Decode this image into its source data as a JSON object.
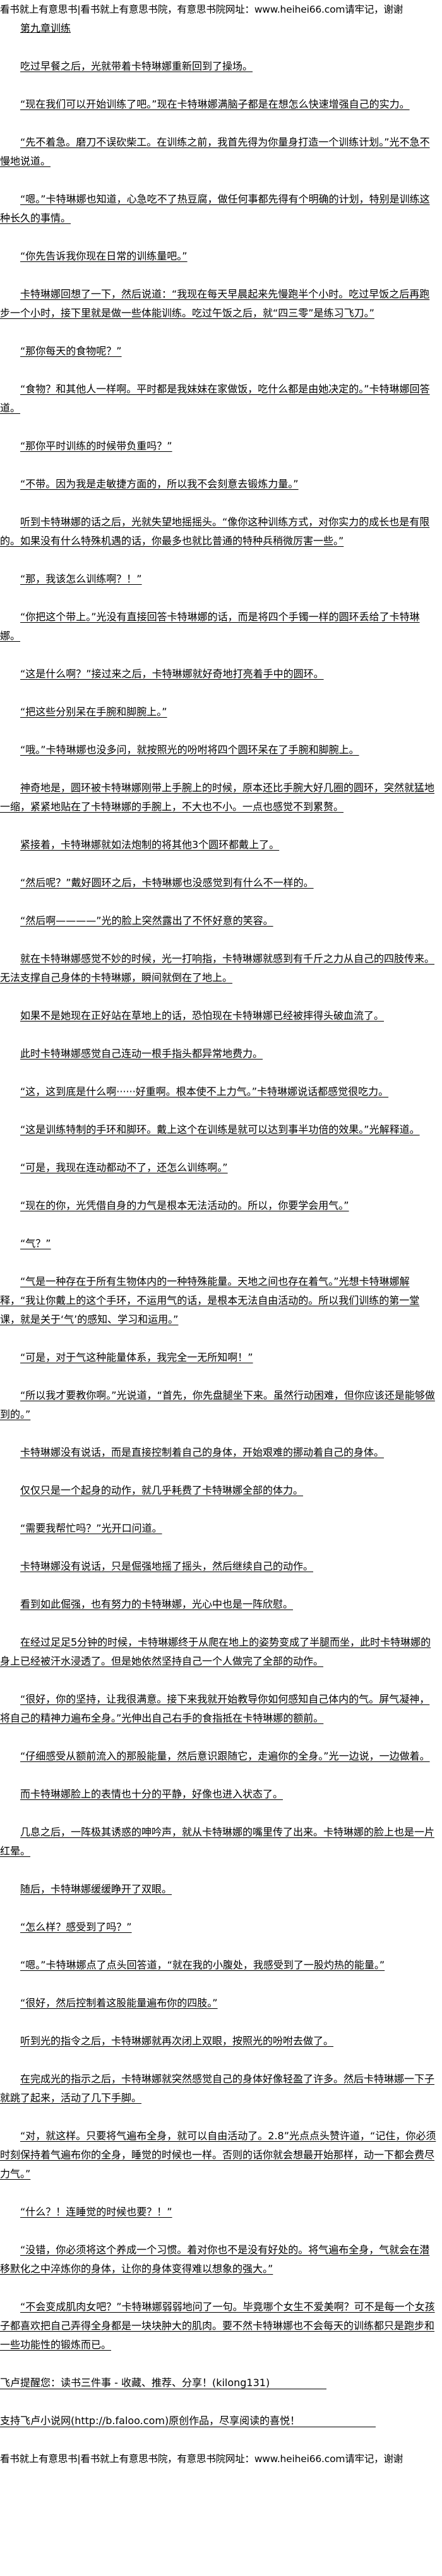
{
  "site_banner": "看书就上有意思书|看书就上有意思书院，有意思书院网址：www.heihei66.com请牢记，谢谢",
  "chapter_title": "第九章训练",
  "paragraphs": [
    "吃过早餐之后，光就带着卡特琳娜重新回到了操场。",
    "“现在我们可以开始训练了吧。”现在卡特琳娜满脑子都是在想怎么快速增强自己的实力。",
    "“先不着急。磨刀不误砍柴工。在训练之前，我首先得为你量身打造一个训练计划。”光不急不慢地说道。",
    "“嗯。”卡特琳娜也知道，心急吃不了热豆腐，做任何事都先得有个明确的计划，特别是训练这种长久的事情。",
    "“你先告诉我你现在日常的训练量吧。”",
    "卡特琳娜回想了一下，然后说道：“我现在每天早晨起来先慢跑半个小时。吃过早饭之后再跑步一个小时，接下里就是做一些体能训练。吃过午饭之后，就“四三零”是练习飞刀。”",
    "“那你每天的食物呢？”",
    "“食物？和其他人一样啊。平时都是我妹妹在家做饭，吃什么都是由她决定的。”卡特琳娜回答道。",
    "“那你平时训练的时候带负重吗？”",
    "“不带。因为我是走敏捷方面的，所以我不会刻意去锻炼力量。”",
    "听到卡特琳娜的话之后，光就失望地摇摇头。“像你这种训练方式，对你实力的成长也是有限的。如果没有什么特殊机遇的话，你最多也就比普通的特种兵稍微厉害一些。”",
    "“那，我该怎么训练啊？！”",
    "“你把这个带上。”光没有直接回答卡特琳娜的话，而是将四个手镯一样的圆环丢给了卡特琳娜。",
    "“这是什么啊？”接过来之后，卡特琳娜就好奇地打亮着手中的圆环。",
    "“把这些分别呆在手腕和脚腕上。”",
    "“哦。”卡特琳娜也没多问，就按照光的吩咐将四个圆环呆在了手腕和脚腕上。",
    "神奇地是，圆环被卡特琳娜刚带上手腕上的时候，原本还比手腕大好几圈的圆环，突然就猛地一缩，紧紧地贴在了卡特琳娜的手腕上，不大也不小。一点也感觉不到累赘。",
    "紧接着，卡特琳娜就如法炮制的将其他3个圆环都戴上了。",
    "“然后呢？”戴好圆环之后，卡特琳娜也没感觉到有什么不一样的。",
    "“然后啊————”光的脸上突然露出了不怀好意的笑容。",
    "就在卡特琳娜感觉不妙的时候，光一打响指，卡特琳娜就感到有千斤之力从自己的四肢传来。无法支撑自己身体的卡特琳娜，瞬间就倒在了地上。",
    "如果不是她现在正好站在草地上的话，恐怕现在卡特琳娜已经被摔得头破血流了。",
    "此时卡特琳娜感觉自己连动一根手指头都异常地费力。",
    "“这，这到底是什么啊······好重啊。根本使不上力气。”卡特琳娜说话都感觉很吃力。",
    "“这是训练特制的手环和脚环。戴上这个在训练是就可以达到事半功倍的效果。”光解释道。",
    "“可是，我现在连动都动不了，还怎么训练啊。”",
    "“现在的你，光凭借自身的力气是根本无法活动的。所以，你要学会用气。”",
    "“气？”",
    "“气是一种存在于所有生物体内的一种特殊能量。天地之间也存在着气。”光想卡特琳娜解释，“我让你戴上的这个手环，不运用气的话，是根本无法自由活动的。所以我们训练的第一堂课，就是关于‘气’的感知、学习和运用。”",
    "“可是，对于气这种能量体系，我完全一无所知啊！”",
    "“所以我才要教你啊。”光说道，“首先，你先盘腿坐下来。虽然行动困难，但你应该还是能够做到的。”",
    "卡特琳娜没有说话，而是直接控制着自己的身体，开始艰难的挪动着自己的身体。",
    "仅仅只是一个起身的动作，就几乎耗费了卡特琳娜全部的体力。",
    "“需要我帮忙吗？”光开口问道。",
    "卡特琳娜没有说话，只是倔强地摇了摇头，然后继续自己的动作。",
    "看到如此倔强，也有努力的卡特琳娜，光心中也是一阵欣慰。",
    "在经过足足5分钟的时候，卡特琳娜终于从爬在地上的姿势变成了半腿而坐，此时卡特琳娜的身上已经被汗水浸透了。但是她依然坚持自己一个人做完了全部的动作。",
    "“很好，你的坚持，让我很满意。接下来我就开始教导你如何感知自己体内的气。屏气凝神，将自己的精神力遍布全身。”光伸出自己右手的食指抵在卡特琳娜的额前。",
    "“仔细感受从额前流入的那股能量，然后意识跟随它，走遍你的全身。”光一边说，一边做着。",
    "而卡特琳娜脸上的表情也十分的平静，好像也进入状态了。",
    "几息之后，一阵极其诱惑的呻吟声，就从卡特琳娜的嘴里传了出来。卡特琳娜的脸上也是一片红晕。",
    "随后，卡特琳娜缓缓睁开了双眼。",
    "“怎么样？感受到了吗？”",
    "“嗯。”卡特琳娜点了点头回答道，“就在我的小腹处，我感受到了一股灼热的能量。”",
    "“很好，然后控制着这股能量遍布你的四肢。”",
    "听到光的指令之后，卡特琳娜就再次闭上双眼，按照光的吩咐去做了。",
    "在完成光的指示之后，卡特琳娜就突然感觉自己的身体好像轻盈了许多。然后卡特琳娜一下子就跳了起来，活动了几下手脚。",
    "“对，就这样。只要将气遍布全身，就可以自由活动了。2.8”光点点头赞许道，“记住，你必须时刻保持着气遍布你的全身，睡觉的时候也一样。否则的话你就会想最开始那样，动一下都会费尽力气。”",
    "“什么？！连睡觉的时候也要？！”",
    "“没错，你必须将这个养成一个习惯。着对你也不是没有好处的。将气遍布全身，气就会在潜移默化之中淬炼你的身体，让你的身体变得难以想象的强大。”",
    "“不会变成肌肉女吧？”卡特琳娜弱弱地问了一句。毕竟哪个女生不爱美啊？可不是每一个女孩子都喜欢把自己弄得全身都是一块块肿大的肌肉。要不然卡特琳娜也不会每天的训练都只是跑步和一些功能性的锻炼而已。"
  ],
  "promo": {
    "reminder": "飞卢提醒您：读书三件事 - 收藏、推荐、分享！(kilong131)",
    "support": "支持飞卢小说网(http://b.faloo.com)原创作品，尽享阅读的喜悦！"
  },
  "footer_banner": "看书就上有意思书|看书就上有意思书院，有意思书院网址：www.heihei66.com请牢记，谢谢"
}
